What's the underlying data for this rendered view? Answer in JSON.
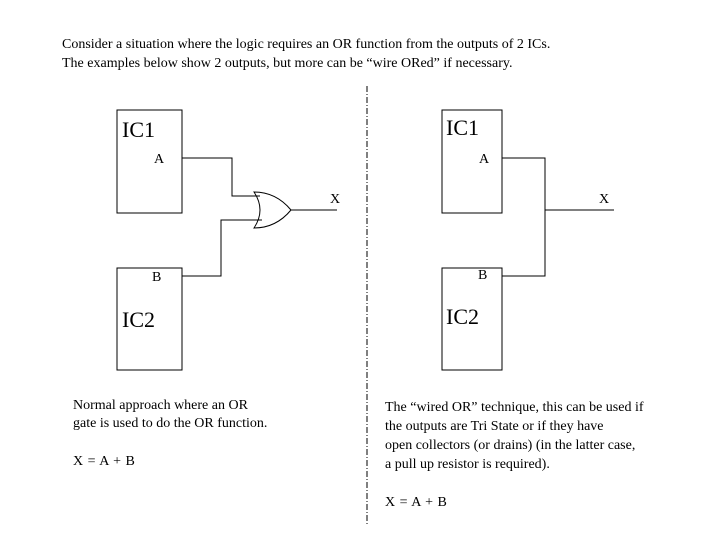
{
  "intro": {
    "line1": "Consider a situation where the logic requires an OR function from the outputs of 2 ICs.",
    "line2": "The examples below show 2 outputs, but more can be “wire ORed” if necessary."
  },
  "left": {
    "ic1_label": "IC1",
    "ic2_label": "IC2",
    "pin_a": "A",
    "pin_b": "B",
    "output_x": "X",
    "caption_line1": "Normal approach where an OR",
    "caption_line2": "gate is used to do the OR function.",
    "equation": "X = A + B"
  },
  "right": {
    "ic1_label": "IC1",
    "ic2_label": "IC2",
    "pin_a": "A",
    "pin_b": "B",
    "output_x": "X",
    "caption_line1": "The “wired OR” technique, this can be used if",
    "caption_line2": "the outputs are Tri State or if they have",
    "caption_line3": "open collectors (or drains) (in the latter case,",
    "caption_line4": "a pull up resistor is required).",
    "equation": "X = A + B"
  }
}
